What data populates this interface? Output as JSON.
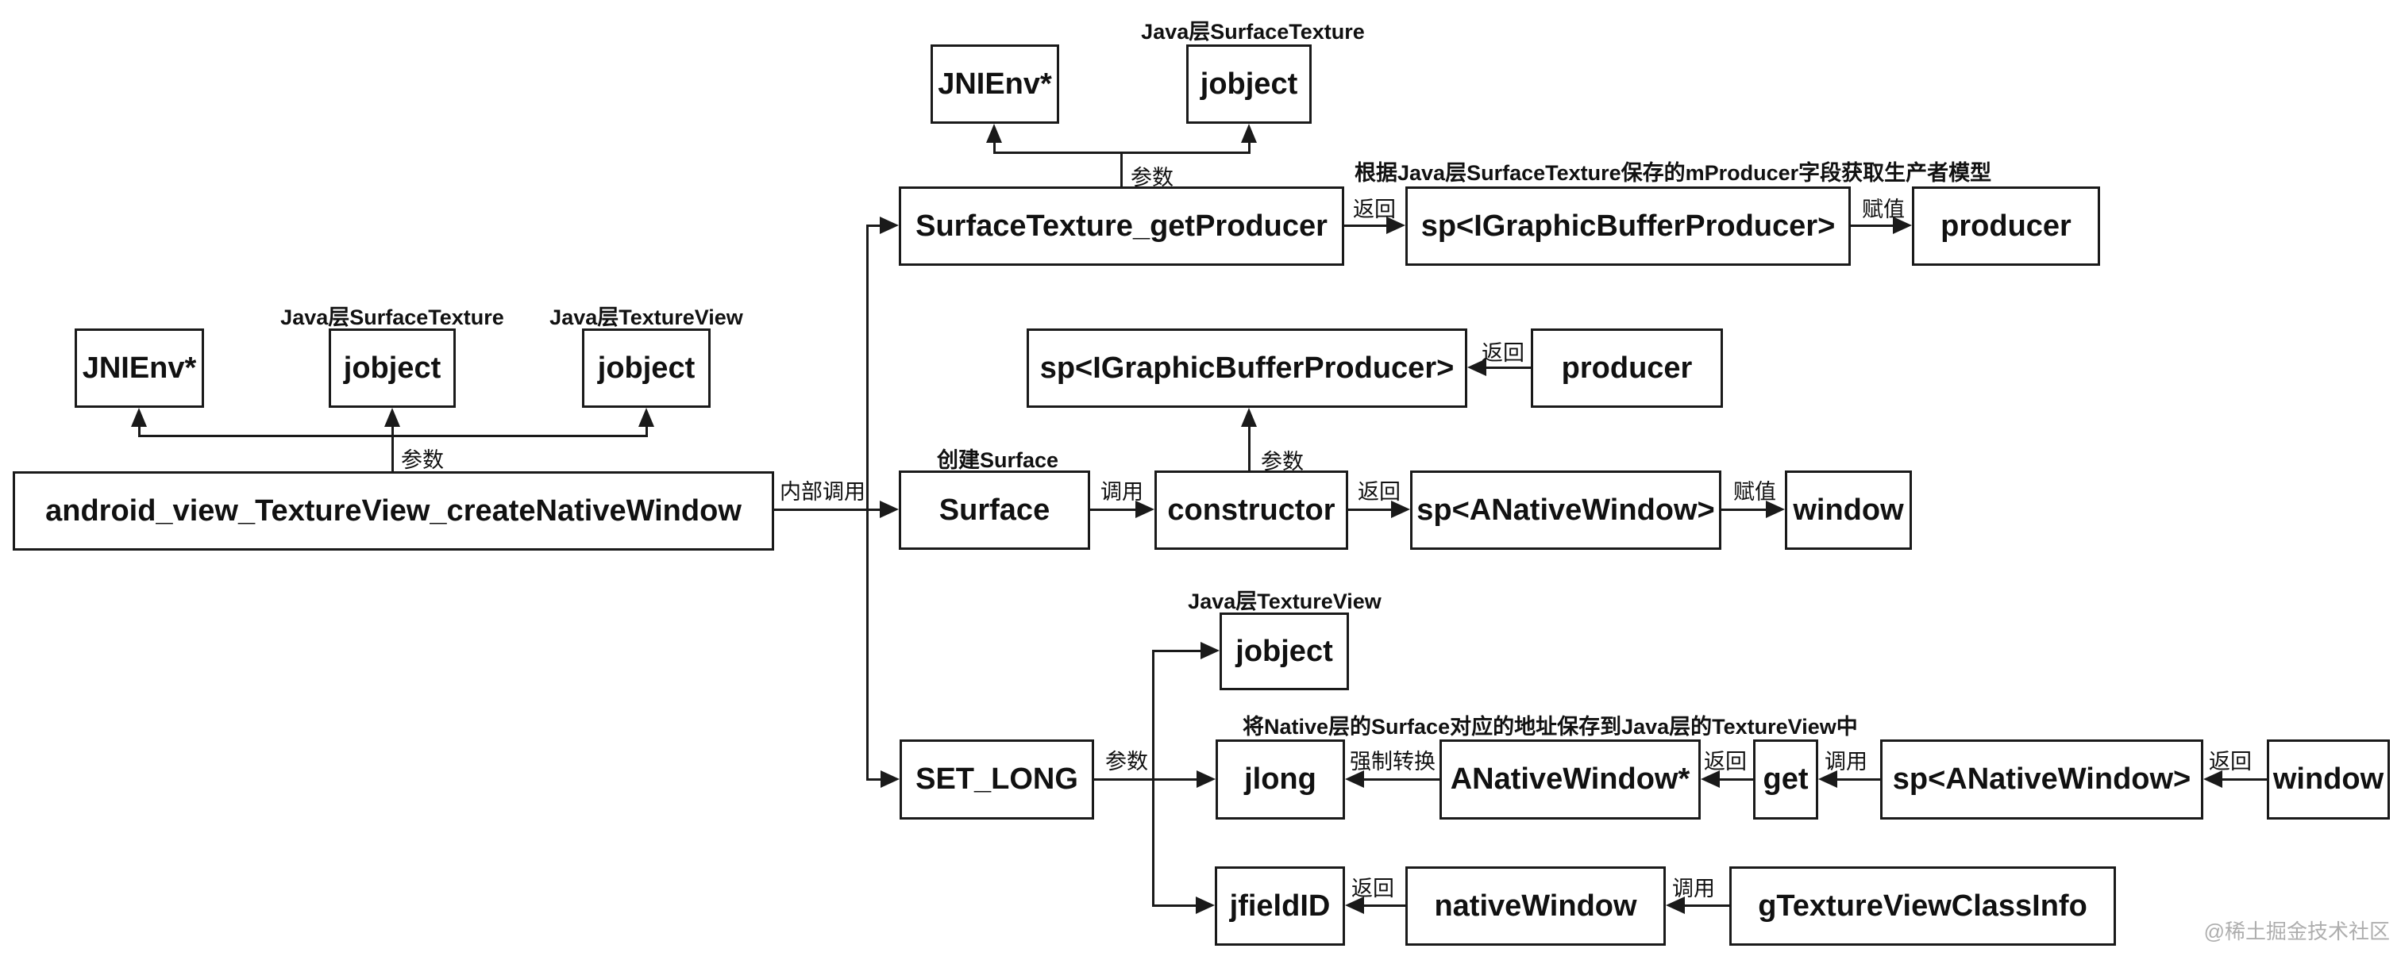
{
  "colors": {
    "line": "#1a1a1a",
    "background": "#ffffff",
    "watermark": "#aeaeae"
  },
  "watermark": {
    "text": "@稀土掘金技术社区"
  },
  "top": {
    "title": "Java层SurfaceTexture",
    "jnienv": "JNIEnv*",
    "jobject": "jobject",
    "params": "参数",
    "get_producer": "SurfaceTexture_getProducer",
    "annotation": "根据Java层SurfaceTexture保存的mProducer字段获取生产者模型",
    "return_label": "返回",
    "sp_igbp": "sp<IGraphicBufferProducer>",
    "assign_label": "赋值",
    "producer": "producer"
  },
  "left": {
    "title_st": "Java层SurfaceTexture",
    "title_tv": "Java层TextureView",
    "jnienv": "JNIEnv*",
    "jobject_st": "jobject",
    "jobject_tv": "jobject",
    "params": "参数",
    "main": "android_view_TextureView_createNativeWindow",
    "internal_call": "内部调用"
  },
  "mid": {
    "sp_igbp": "sp<IGraphicBufferProducer>",
    "return_label": "返回",
    "producer": "producer",
    "create_surface": "创建Surface",
    "surface": "Surface",
    "call_label": "调用",
    "constructor": "constructor",
    "params": "参数",
    "return2_label": "返回",
    "sp_anw": "sp<ANativeWindow>",
    "assign_label": "赋值",
    "window": "window"
  },
  "bottom": {
    "set_long": "SET_LONG",
    "params": "参数",
    "title_tv": "Java层TextureView",
    "jobject": "jobject",
    "annotation": "将Native层的Surface对应的地址保存到Java层的TextureView中",
    "jlong": "jlong",
    "cast_label": "强制转换",
    "anativewindow": "ANativeWindow*",
    "return_get": "返回",
    "get": "get",
    "call_sp": "调用",
    "sp_anw": "sp<ANativeWindow>",
    "return_window": "返回",
    "window": "window",
    "jfieldid": "jfieldID",
    "return_native": "返回",
    "nativewindow": "nativeWindow",
    "call_gtvci": "调用",
    "gtextureviewclassinfo": "gTextureViewClassInfo"
  }
}
